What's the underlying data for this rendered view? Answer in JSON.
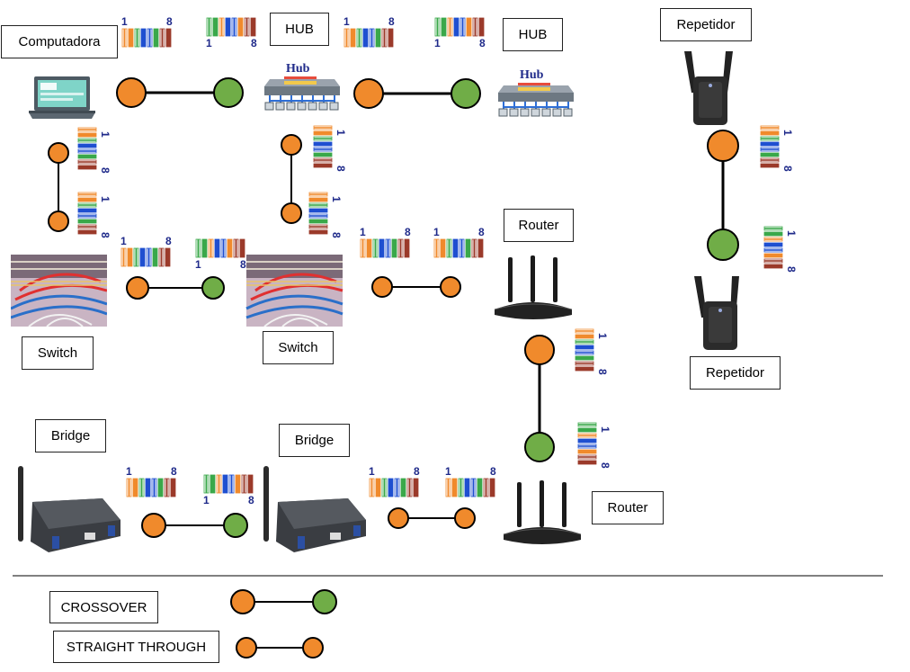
{
  "devices": {
    "computadora": "Computadora",
    "hub_1": "HUB",
    "hub_2": "HUB",
    "hub_img_text": "Hub",
    "repetidor_1": "Repetidor",
    "repetidor_2": "Repetidor",
    "switch_1": "Switch",
    "switch_2": "Switch",
    "router_1": "Router",
    "router_2": "Router",
    "bridge_1": "Bridge",
    "bridge_2": "Bridge"
  },
  "legend": {
    "crossover": "CROSSOVER",
    "straight_through": "STRAIGHT THROUGH"
  },
  "pin_labels": {
    "first": "1",
    "last": "8"
  },
  "colors": {
    "orange_end": "#f08a2c",
    "green_end": "#70ad47",
    "line": "#000000"
  }
}
